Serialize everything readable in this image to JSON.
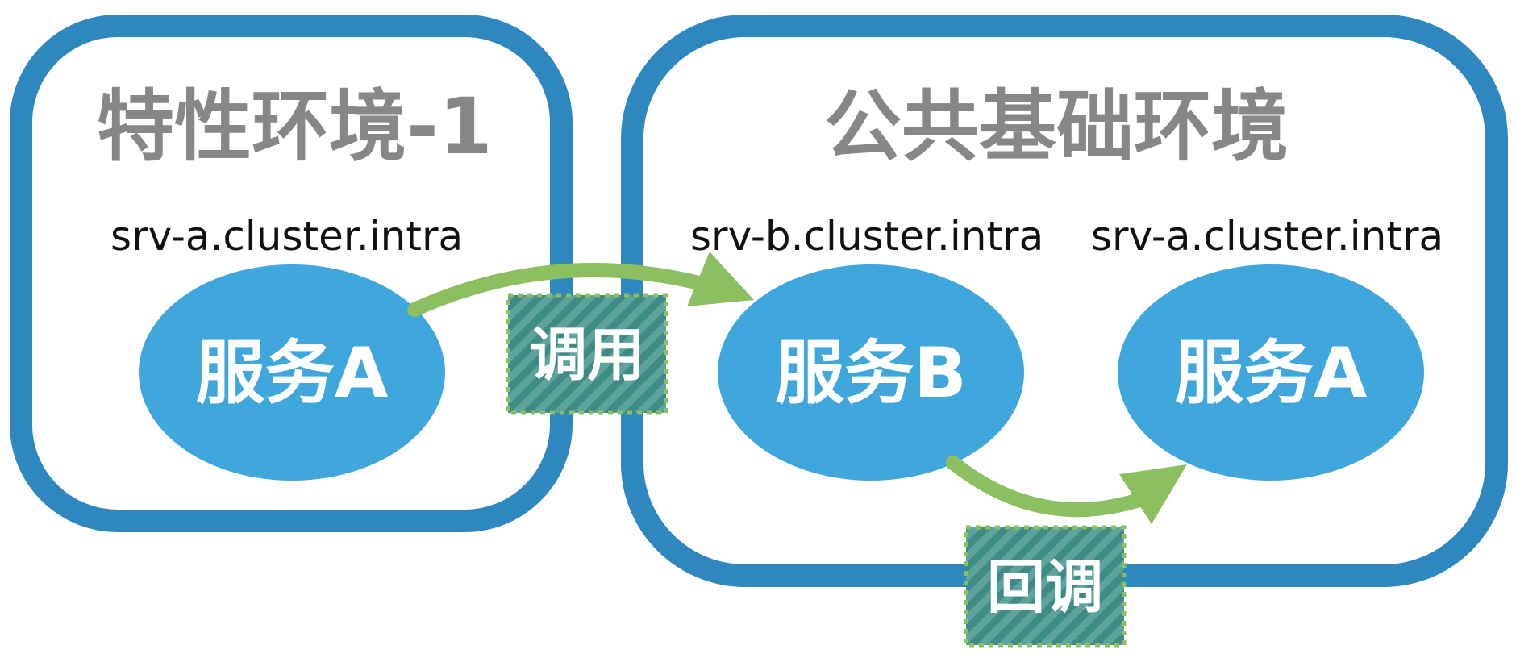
{
  "environments": {
    "feature": {
      "title": "特性环境-1"
    },
    "common": {
      "title": "公共基础环境"
    }
  },
  "services": {
    "feature_a": {
      "label": "服务A",
      "host": "srv-a.cluster.intra"
    },
    "common_b": {
      "label": "服务B",
      "host": "srv-b.cluster.intra"
    },
    "common_a": {
      "label": "服务A",
      "host": "srv-a.cluster.intra"
    }
  },
  "edges": {
    "call": {
      "label": "调用"
    },
    "callback": {
      "label": "回调"
    }
  },
  "colors": {
    "env_border": "#2e88bf",
    "service_fill": "#3fa7db",
    "arrow": "#8bbf5f",
    "label_box": "#3e8a84",
    "label_box_border": "#8bbf5f",
    "title_text": "#878787"
  }
}
